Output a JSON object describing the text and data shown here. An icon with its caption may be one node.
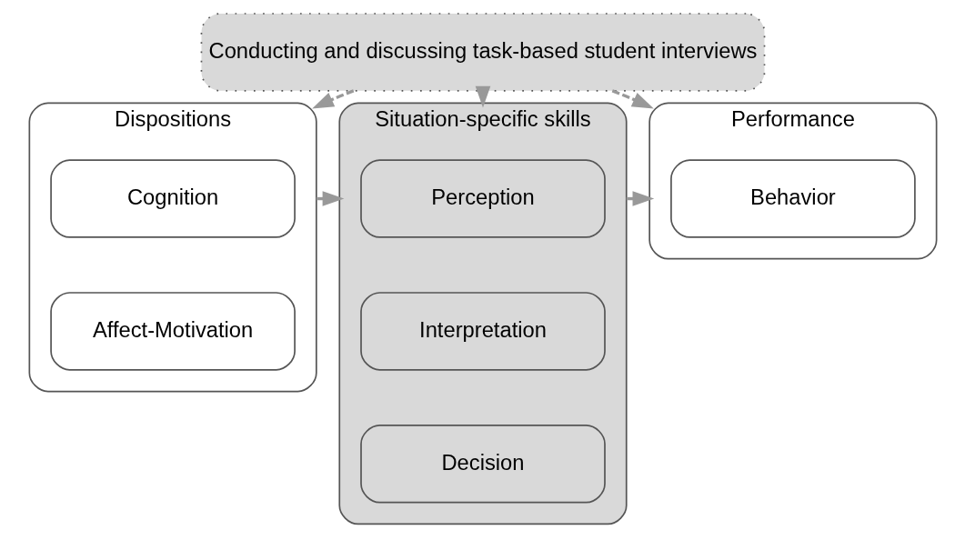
{
  "diagram": {
    "nodes": [
      {
        "text": [
          "Conducting and discussing task-based student interviews"
        ]
      },
      {
        "text": [
          "Dispositions"
        ]
      },
      {
        "text": [
          "Cognition"
        ],
        "in": 1
      },
      {
        "text": [
          "Affect-Motivation"
        ],
        "in": 1
      },
      {
        "text": [
          "Situation-specific skills"
        ]
      },
      {
        "text": [
          "Perception"
        ],
        "in": 4
      },
      {
        "text": [
          "Interpretation"
        ],
        "in": 4
      },
      {
        "text": [
          "Decision"
        ],
        "in": 4
      },
      {
        "text": [
          "Performance"
        ]
      },
      {
        "text": [
          "Behavior"
        ],
        "in": 8
      }
    ],
    "edges": [
      {
        "from": 0,
        "to": 1,
        "arrow": "to",
        "style": "dashed"
      },
      {
        "from": 0,
        "to": 4,
        "arrow": "to",
        "style": "dashed"
      },
      {
        "from": 0,
        "to": 8,
        "arrow": "to",
        "style": "dashed"
      },
      {
        "from": 1,
        "to": 4,
        "arrow": "to"
      },
      {
        "from": 4,
        "to": 8,
        "arrow": "to"
      }
    ]
  }
}
